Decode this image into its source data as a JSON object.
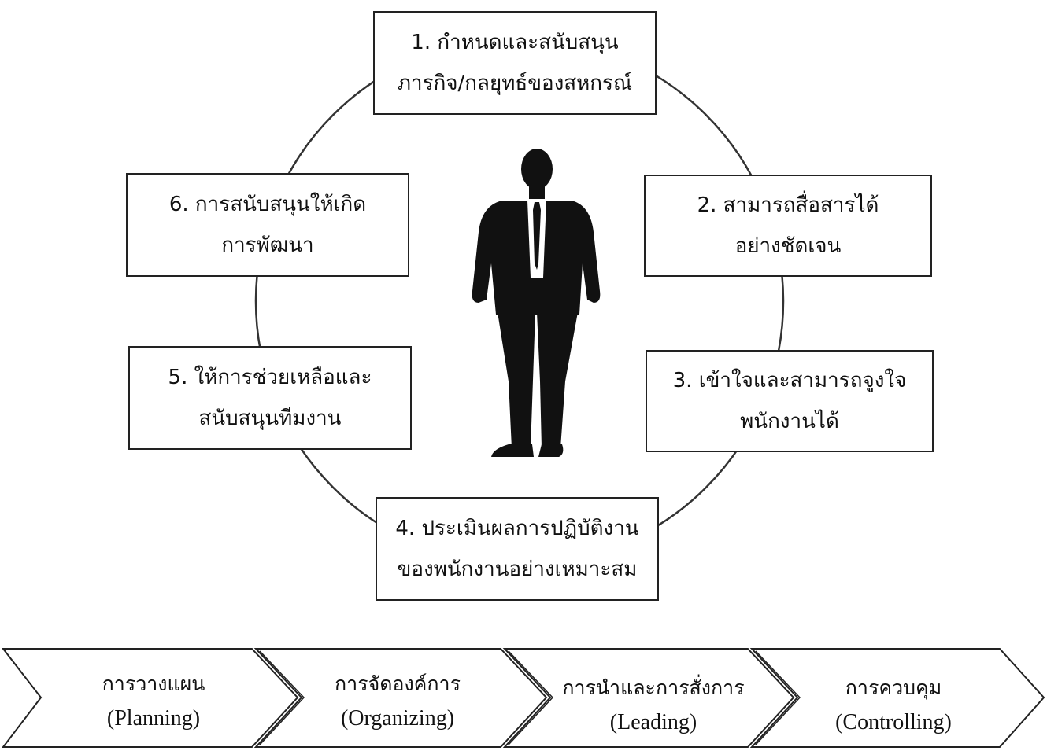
{
  "cycle": {
    "items": [
      {
        "number": "1.",
        "line1": "1. กำหนดและสนับสนุน",
        "line2": "ภารกิจ/กลยุทธ์ของสหกรณ์"
      },
      {
        "number": "2.",
        "line1": "2. สามารถสื่อสารได้",
        "line2": "อย่างชัดเจน"
      },
      {
        "number": "3.",
        "line1": "3. เข้าใจและสามารถจูงใจ",
        "line2": "พนักงานได้"
      },
      {
        "number": "4.",
        "line1": "4. ประเมินผลการปฏิบัติงาน",
        "line2": "ของพนักงานอย่างเหมาะสม"
      },
      {
        "number": "5.",
        "line1": "5. ให้การช่วยเหลือและ",
        "line2": "สนับสนุนทีมงาน"
      },
      {
        "number": "6.",
        "line1": "6. การสนับสนุนให้เกิด",
        "line2": "การพัฒนา"
      }
    ]
  },
  "center_figure": "business-person-silhouette",
  "process": {
    "steps": [
      {
        "thai": "การวางแผน",
        "english": "(Planning)"
      },
      {
        "thai": "การจัดองค์การ",
        "english": "(Organizing)"
      },
      {
        "thai": "การนำและการสั่งการ",
        "english": "(Leading)"
      },
      {
        "thai": "การควบคุม",
        "english": "(Controlling)"
      }
    ]
  }
}
